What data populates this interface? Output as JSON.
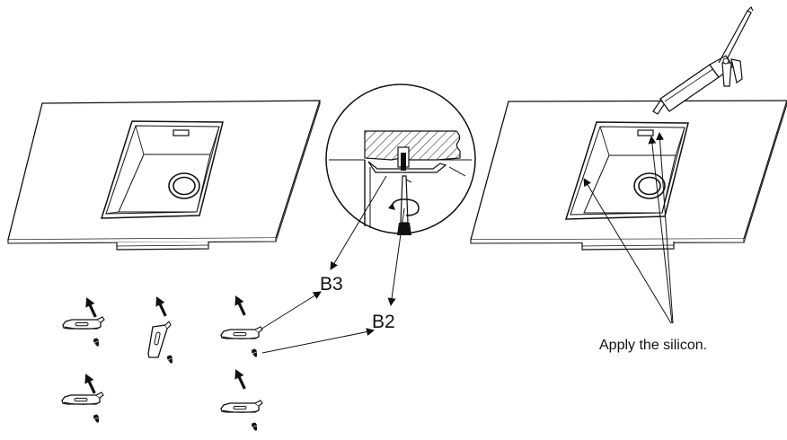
{
  "labels": {
    "b3": "B3",
    "b2": "B2",
    "note": "Apply the silicon."
  },
  "colors": {
    "ink": "#111111",
    "paper": "#ffffff",
    "hatch": "#111111"
  },
  "icons": {
    "arrow": "up-arrow-icon",
    "clip": "mounting-clip-icon",
    "screw": "screw-icon",
    "screwdriver": "screwdriver-icon",
    "caulk_gun": "caulking-gun-icon"
  }
}
